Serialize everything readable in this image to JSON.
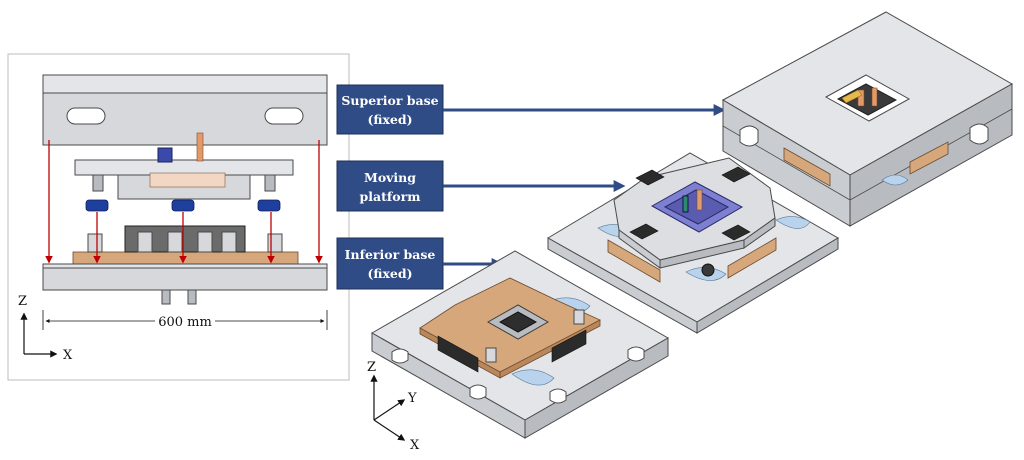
{
  "labels": {
    "superior_line1": "Superior base",
    "superior_line2": "(fixed)",
    "moving_line1": "Moving",
    "moving_line2": "platform",
    "inferior_line1": "Inferior base",
    "inferior_line2": "(fixed)"
  },
  "front_view": {
    "dimension": "600 mm",
    "axis_vertical": "Z",
    "axis_horizontal": "X"
  },
  "iso_view": {
    "axis_z": "Z",
    "axis_y": "Y",
    "axis_x": "X"
  },
  "colors": {
    "label_box": "#2f4c86",
    "arrow": "#2f4c86",
    "red_arrow": "#c00000",
    "steel": "#d6d8dc",
    "bronze": "#d7a77c",
    "pad_blue": "#1f3f9e"
  }
}
